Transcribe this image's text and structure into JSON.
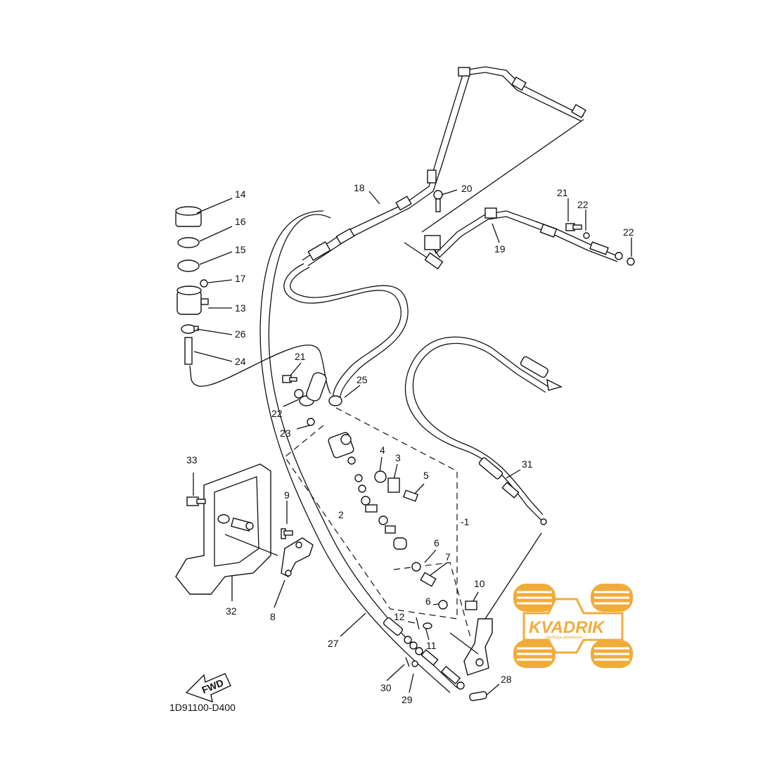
{
  "labels": {
    "l1": "-1",
    "l2": "2",
    "l3": "3",
    "l4": "4",
    "l5": "5",
    "l6a": "6",
    "l6b": "6",
    "l7": "7",
    "l8": "8",
    "l9": "9",
    "l10": "10",
    "l11": "11",
    "l12": "12",
    "l13": "13",
    "l14": "14",
    "l15": "15",
    "l16": "16",
    "l17": "17",
    "l18": "18",
    "l19": "19",
    "l20": "20",
    "l21a": "21",
    "l21b": "21",
    "l22a": "22",
    "l22b": "22",
    "l22c": "22",
    "l23": "23",
    "l24": "24",
    "l25": "25",
    "l26": "26",
    "l27": "27",
    "l28": "28",
    "l29": "29",
    "l30": "30",
    "l31": "31",
    "l32": "32",
    "l33": "33"
  },
  "diagram_code": "1D91100-D400",
  "fwd_arrow_text": "FWD",
  "watermark": {
    "brand": "KVADRIK",
    "slogan": "свобода движения",
    "color": "#f0a830"
  }
}
